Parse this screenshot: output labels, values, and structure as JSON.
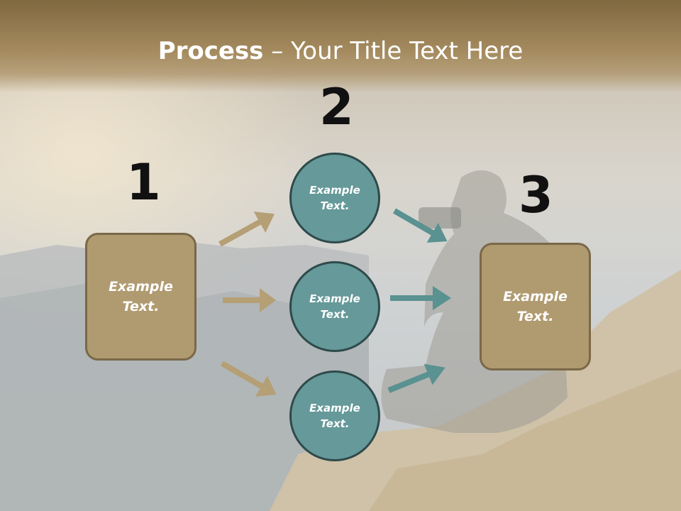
{
  "title": {
    "bold": "Process",
    "rest": " – Your Title Text Here"
  },
  "steps": {
    "step1_number": "1",
    "step2_number": "2",
    "step3_number": "3"
  },
  "nodes": {
    "left_box": {
      "line1": "Example",
      "line2": "Text."
    },
    "circle_top": {
      "line1": "Example",
      "line2": "Text."
    },
    "circle_middle": {
      "line1": "Example",
      "line2": "Text."
    },
    "circle_bottom": {
      "line1": "Example",
      "line2": "Text."
    },
    "right_box": {
      "line1": "Example",
      "line2": "Text."
    }
  },
  "colors": {
    "box_fill": "#b09a70",
    "box_border": "#7a6848",
    "circle_fill": "#669999",
    "circle_border": "#2e4a4a",
    "tan_arrow": "#b59f75",
    "teal_arrow": "#5a9191",
    "title_bar": "#9c8257"
  }
}
